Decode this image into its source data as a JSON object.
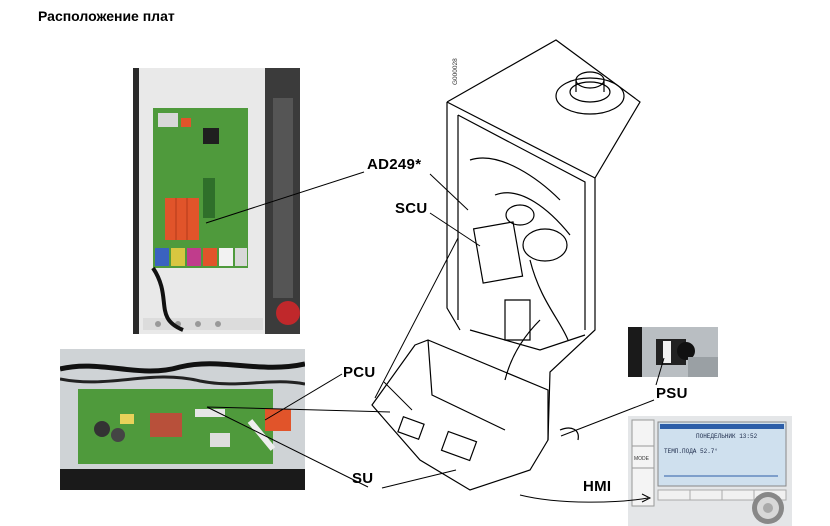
{
  "title": "Расположение плат",
  "drawing_code": "G000028",
  "labels": {
    "ad249": "AD249*",
    "scu": "SCU",
    "pcu": "PCU",
    "su": "SU",
    "psu": "PSU",
    "hmi": "HMI"
  },
  "hmi_display": {
    "line1": "ПОНЕДЕЛЬНИК 13:52",
    "line2": "ТЕМП.ПОДА 52.7°",
    "mode": "MODE"
  },
  "colors": {
    "relay": "#e1542a",
    "pcb_green": "#4f9a3c",
    "lcd": "#cfe0ee",
    "lcd_bar": "#2d5ea8"
  }
}
